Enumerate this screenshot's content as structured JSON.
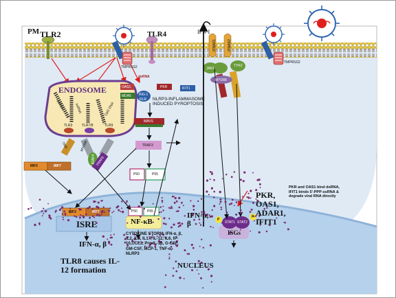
{
  "title": "",
  "colors": {
    "cell": "#dfeaf5",
    "nucleus": "#b5d1ec",
    "nucleus_rim": "#8fb3d8",
    "membrane": "#6a4a2e",
    "lipid_head": "#e2c73a",
    "endosome": "#f7e8b4",
    "endosome_border": "#6c3d91",
    "dots": "#7a2d6e",
    "irf": "#e38a2c",
    "isre": "#a9c7e8",
    "nfkb": "#f4ee9a",
    "isgs": "#c9b3dd",
    "stat": "#6d2d8c",
    "virus": "#2f66b4",
    "red_arrow": "#e01e1e"
  },
  "icons": [
    "virus-icon",
    "receptor-icon",
    "arrow-icon"
  ],
  "labels": {
    "pm": "PM",
    "tlr2": "TLR2",
    "tlr4": "TLR4",
    "ifn_i": "IFN-I",
    "tmprss2_left": "TMPRSS2",
    "tmprss2_right": "TMPRSS2",
    "endosome": "ENDOSOME",
    "dsrna_top": "dsRNA",
    "endo_dsrna": "dsRNA",
    "endo_ssrna": "ssRNA",
    "endo_cpg": "CpG DNA",
    "tlr3": "TLR3",
    "tlr78": "TLR7/8",
    "tlr9": "TLR9",
    "trif": "TRIF",
    "myd88_endo": "MYD88",
    "irak4": "IRAK4",
    "traf6": "TRAF6",
    "irf3": "IRF3",
    "irf7": "IRF7",
    "irf3_nuc": "IRF3",
    "irf7_nuc": "IRF7",
    "oas1": "OAS1",
    "pkr": "PKR",
    "ifit1": "IFIT1",
    "mda5": "MDA5",
    "rig1": "RIG-1",
    "rlr": "RLR",
    "nlrp3": "NLRP3-INFLAMMASOME INDUCED PYROPTOSIS",
    "mavs": "MAVS",
    "traf3": "TRAF3",
    "p50": "P50",
    "p65": "P65",
    "p50_nuc": "P50",
    "p65_nuc": "P65",
    "isre": "ISRE",
    "nfkb": "NF-κB",
    "ifn_ab_mid": "IFN-α, β",
    "ifn_ab_low": "IFN-α, β",
    "cytokine_storm": "CYTOKINE STORM: IFN-α, β, IL2, IL6, IL17, IL-12, IL6, IP-10,CCL3, Pro-IL-1β, G-CSF, GM-CSF, MCP-1, TNF-α, NLRP3",
    "tlr8_causes": "TLR8 causes IL-12 formation",
    "nucleus": "NUCLEUS",
    "isgs": "ISGs",
    "stat1": "STAT1",
    "stat2": "STAT2",
    "p_left": "P",
    "p_right": "P",
    "jak1": "JAK1",
    "tyk2": "TYK2",
    "ifnar1": "IFNAR1",
    "ifnar2": "IFNAR2",
    "myd88_mem": "MYD88",
    "isg_list": "PKR, OAS1, ADAR1, IFIT1",
    "note": "PKR and OAS1 bind dsRNA, IFIT1 binds 5'-PPP-ssRNA & degrade viral RNA directly"
  }
}
